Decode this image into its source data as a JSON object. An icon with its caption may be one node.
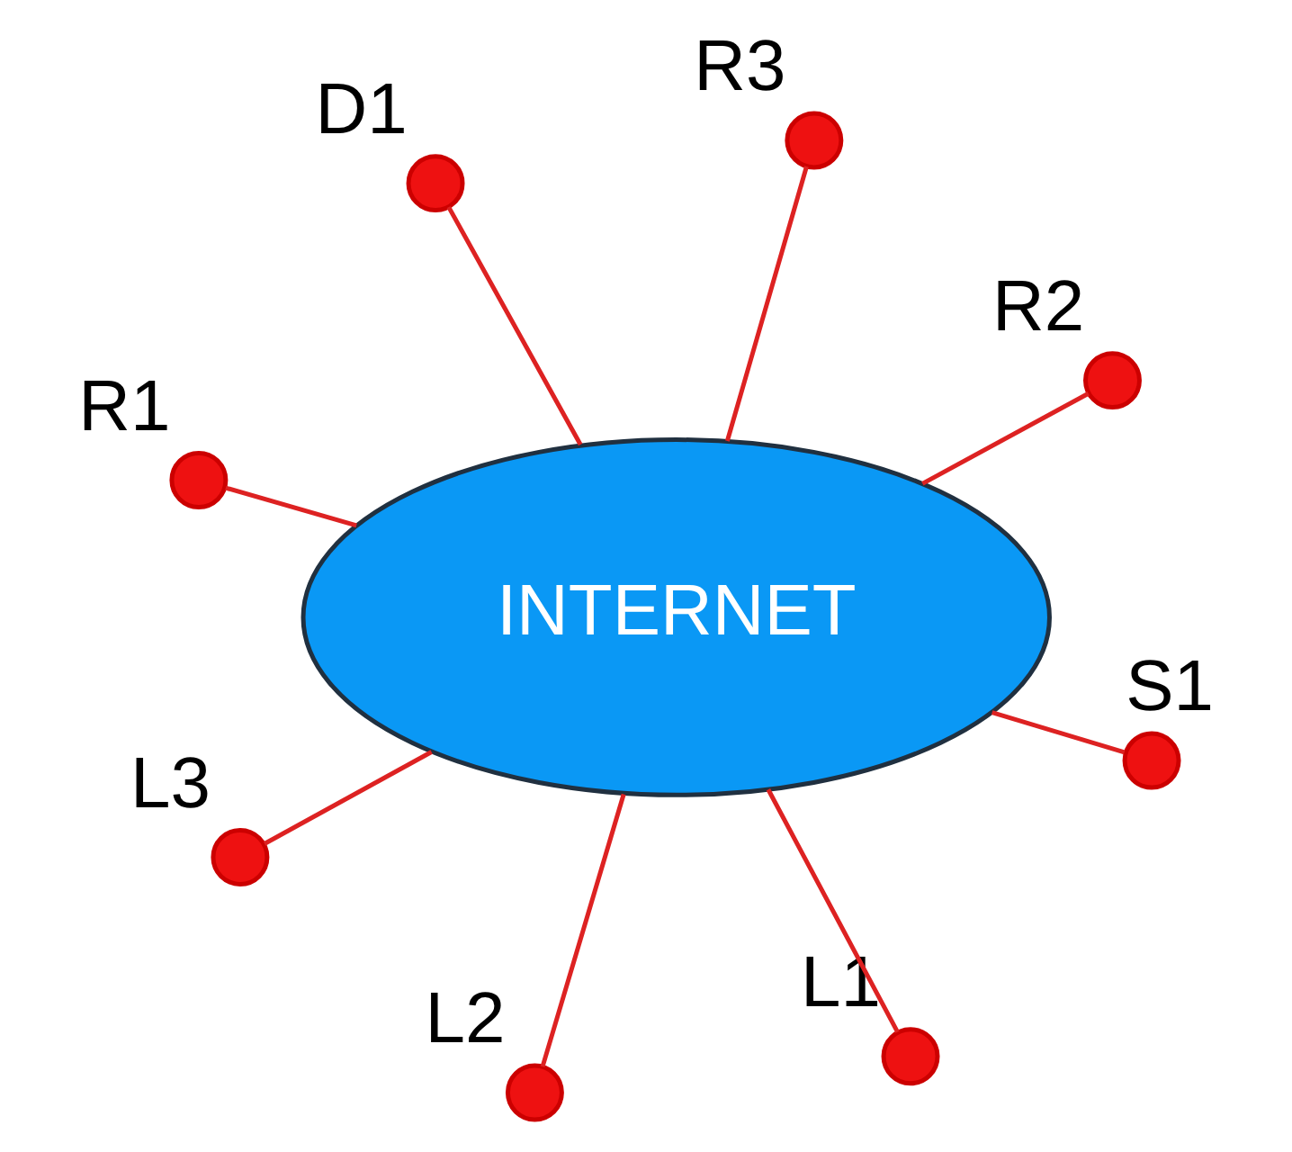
{
  "diagram": {
    "nodes": [
      {
        "text": [],
        "shape": "circle",
        "beside": [
          "R1"
        ]
      },
      {
        "text": [],
        "shape": "circle",
        "beside": [
          "R2"
        ]
      },
      {
        "text": [],
        "shape": "circle",
        "beside": [
          "L1"
        ]
      },
      {
        "text": [],
        "shape": "circle",
        "beside": [
          "R3"
        ]
      },
      {
        "text": [
          "INTERNET"
        ]
      },
      {
        "text": [],
        "shape": "circle",
        "beside": [
          "D1"
        ]
      },
      {
        "text": [],
        "shape": "circle",
        "beside": [
          "L3"
        ]
      },
      {
        "text": [],
        "shape": "circle",
        "beside": [
          "S1"
        ]
      },
      {
        "text": [],
        "shape": "circle",
        "beside": [
          "L2"
        ]
      }
    ],
    "edges": [
      {
        "from": 4,
        "to": 0,
        "arrow": "none"
      },
      {
        "from": 4,
        "to": 1,
        "arrow": "none"
      },
      {
        "from": 4,
        "to": 2,
        "arrow": "none"
      },
      {
        "from": 4,
        "to": 3,
        "arrow": "none"
      },
      {
        "from": 4,
        "to": 5,
        "arrow": "none"
      },
      {
        "from": 4,
        "to": 6,
        "arrow": "none"
      },
      {
        "from": 4,
        "to": 7,
        "arrow": "none"
      },
      {
        "from": 4,
        "to": 8,
        "arrow": "none"
      }
    ]
  }
}
